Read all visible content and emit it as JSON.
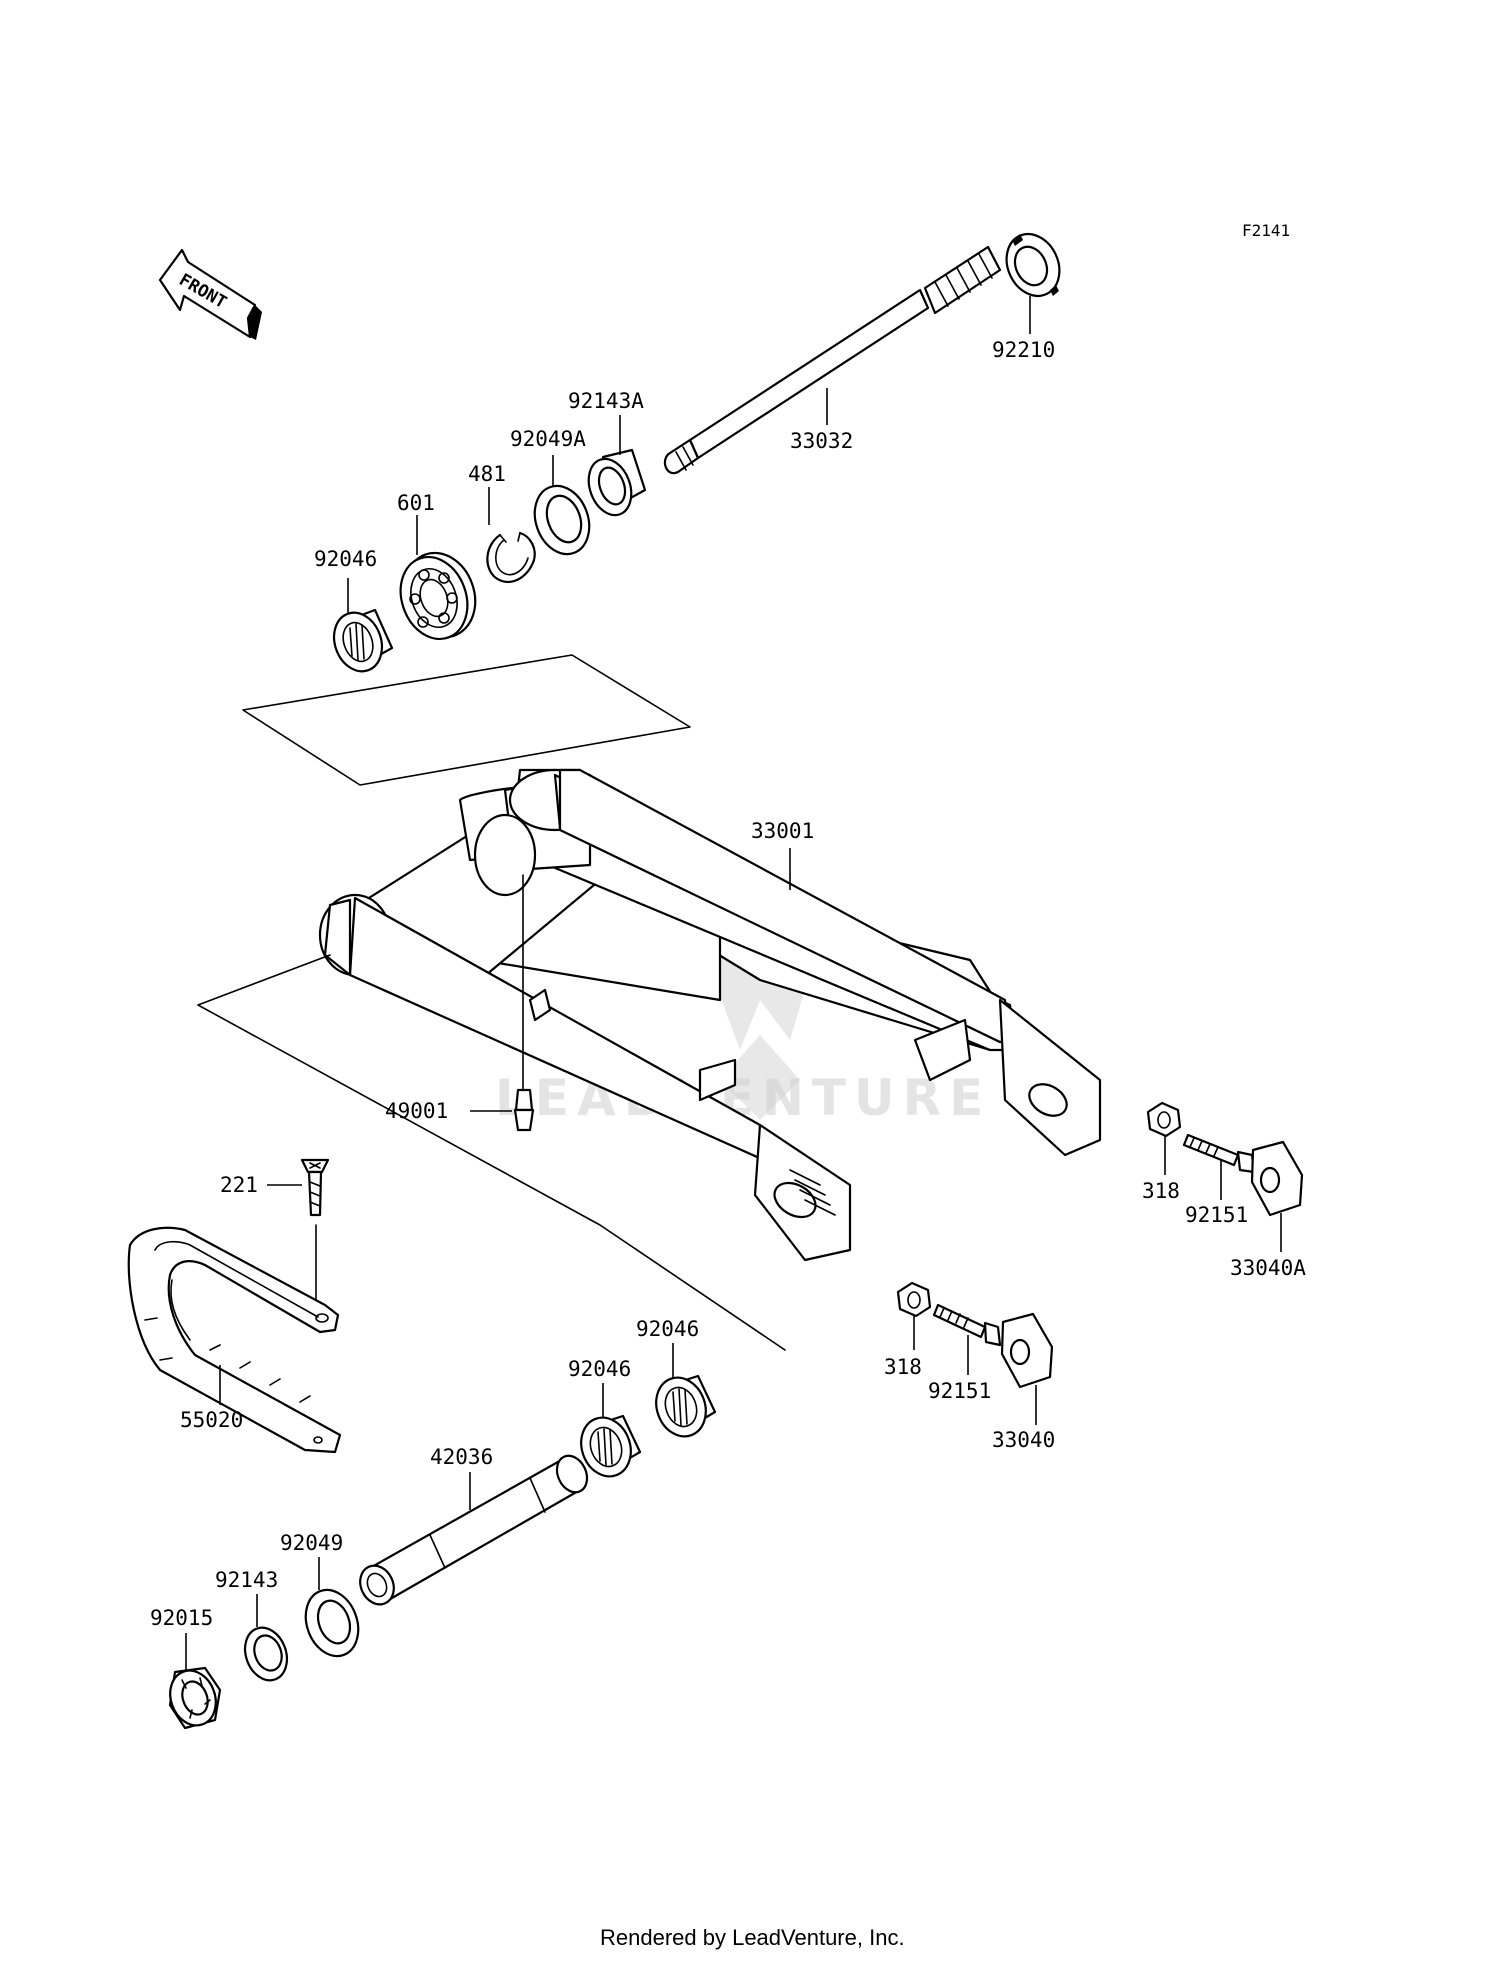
{
  "figure_code": "F2141",
  "front_arrow_label": "FRONT",
  "watermark": "LEADVENTURE",
  "footer": "Rendered by LeadVenture, Inc.",
  "callouts": {
    "c92210": "92210",
    "c33032": "33032",
    "c92143A": "92143A",
    "c92049A": "92049A",
    "c481": "481",
    "c601": "601",
    "c92046_top": "92046",
    "c33001": "33001",
    "c49001": "49001",
    "c221": "221",
    "c55020": "55020",
    "c318_right": "318",
    "c92151_right": "92151",
    "c33040A": "33040A",
    "c318_left": "318",
    "c92151_left": "92151",
    "c33040": "33040",
    "c92046_b1": "92046",
    "c92046_b2": "92046",
    "c42036": "42036",
    "c92049": "92049",
    "c92143": "92143",
    "c92015": "92015"
  }
}
